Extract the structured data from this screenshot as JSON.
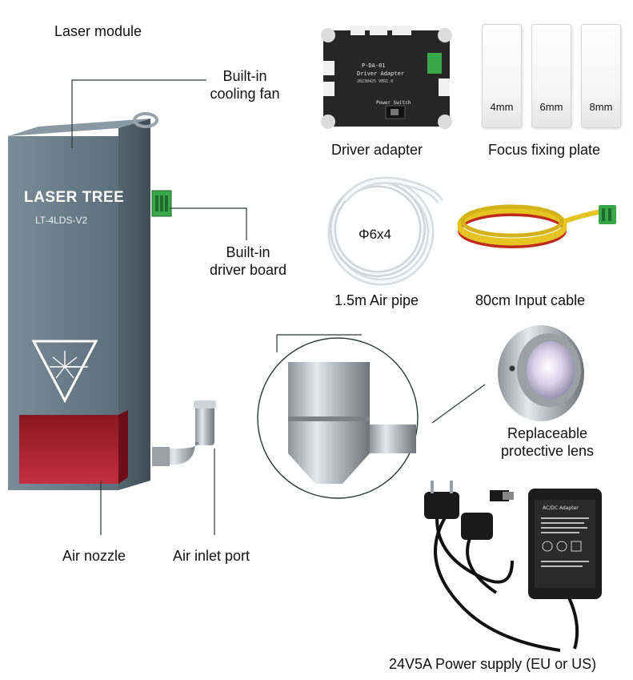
{
  "labels": {
    "laser_module": "Laser module",
    "cooling_fan": "Built-in\ncooling fan",
    "driver_board": "Built-in\ndriver board",
    "air_nozzle": "Air nozzle",
    "air_inlet_port": "Air inlet port",
    "driver_adapter": "Driver adapter",
    "focus_fixing_plate": "Focus fixing plate",
    "air_pipe": "1.5m Air pipe",
    "input_cable": "80cm Input cable",
    "protective_lens": "Replaceable\nprotective lens",
    "power_supply": "24V5A Power supply (EU or US)"
  },
  "module": {
    "brand": "LASER TREE",
    "model": "LT-4LDS-V2"
  },
  "pipe_size": "Φ6x4",
  "plates": [
    "4mm",
    "6mm",
    "8mm"
  ],
  "adapter_board": {
    "title": "P-DA-01",
    "subtitle": "Driver Adapter",
    "code": "20230425 VER1.0",
    "switch_label": "Power Switch"
  },
  "psu": {
    "label": "AC/DC Adapter"
  },
  "colors": {
    "module_body": "#6d7f8b",
    "module_window": "#a51d28",
    "driver_board_green": "#3aa84a",
    "cable_yellow": "#e6c422",
    "cable_red": "#c02a1c"
  }
}
